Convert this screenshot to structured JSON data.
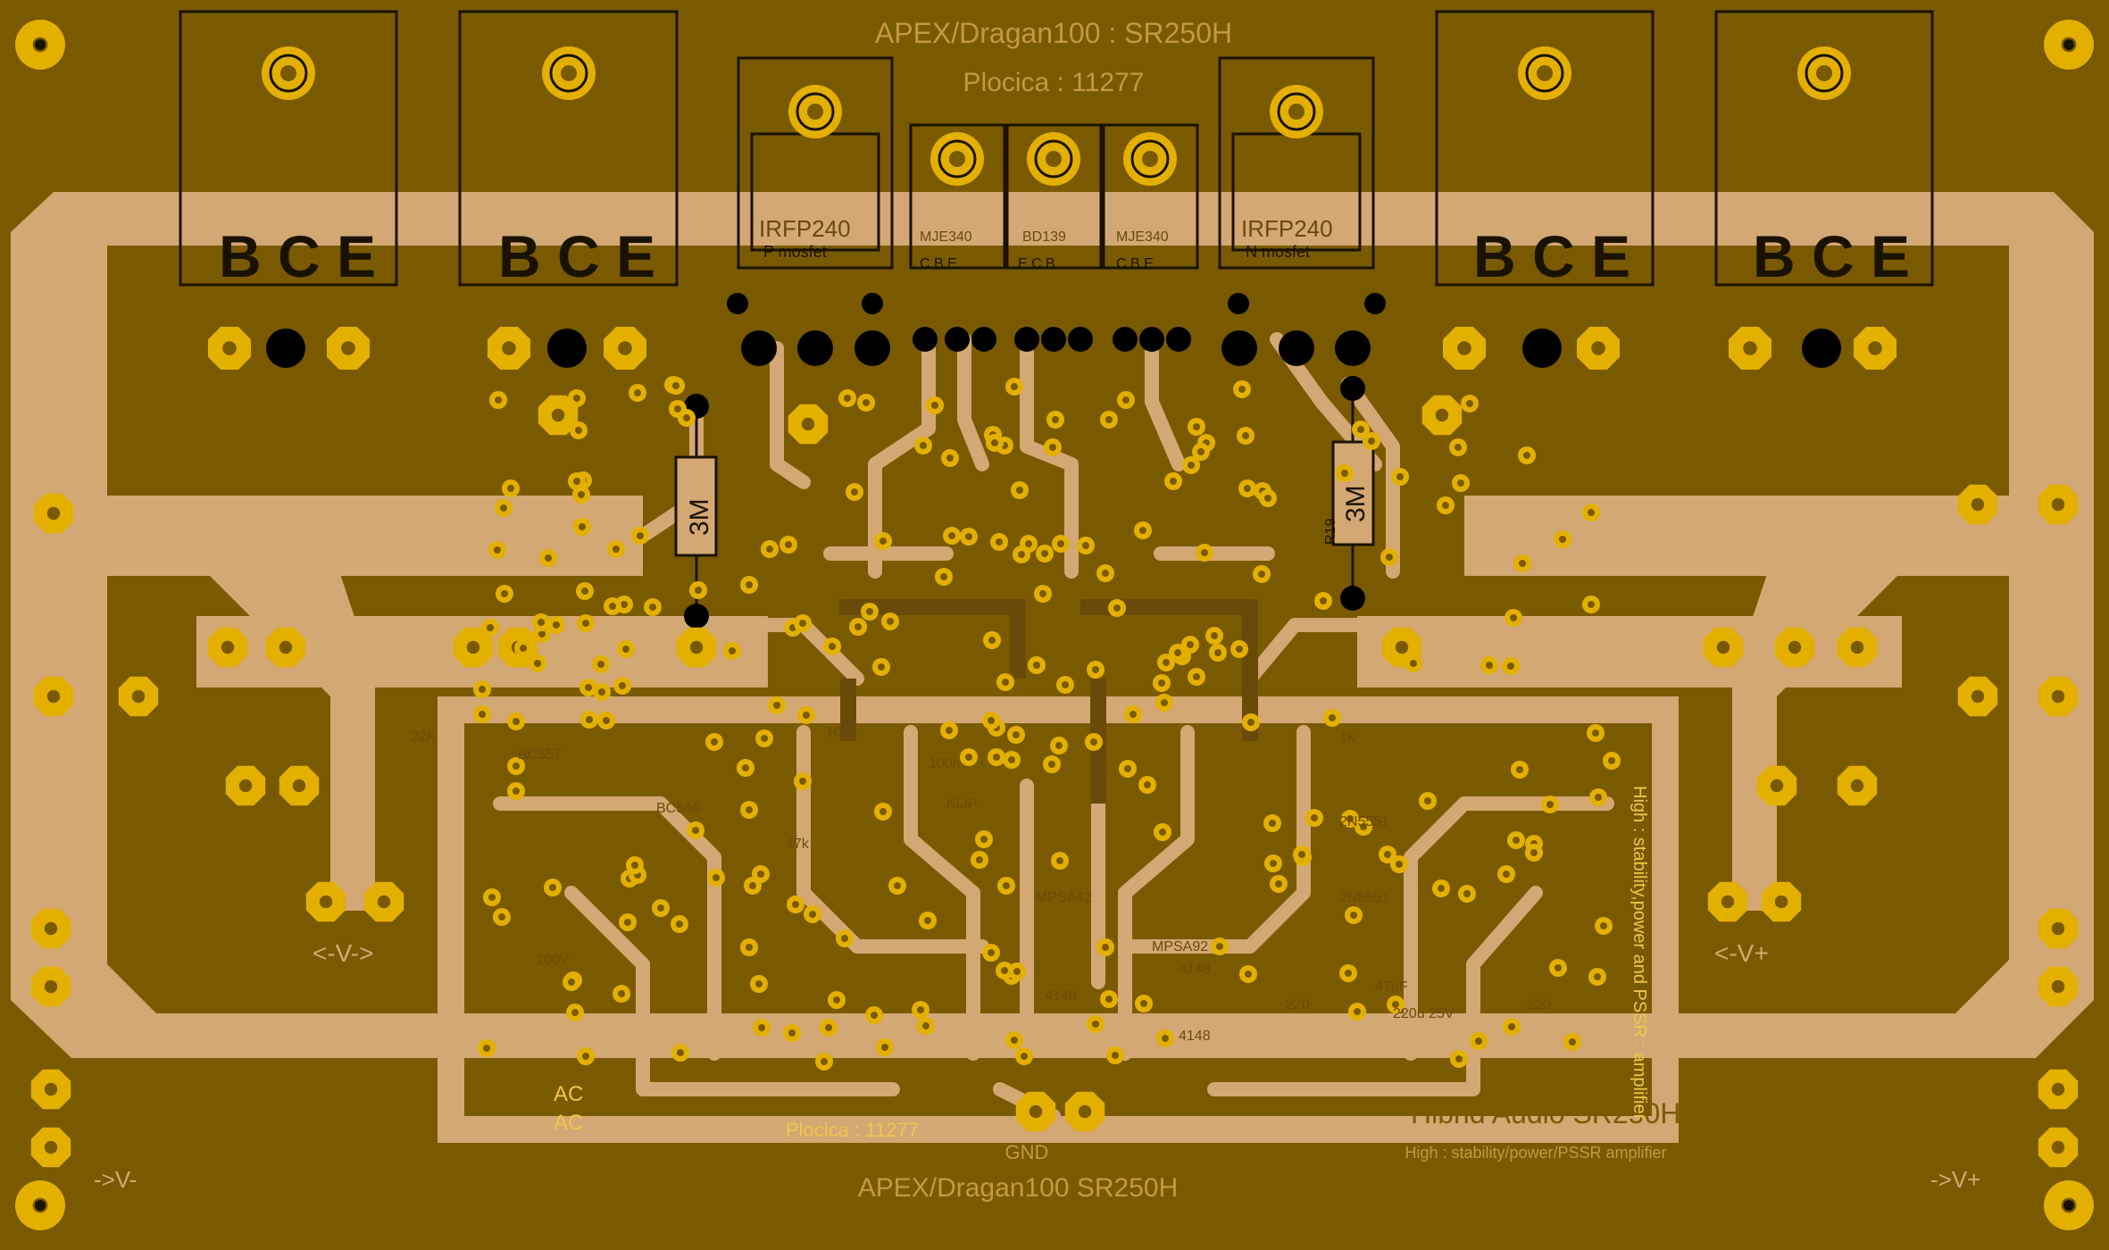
{
  "board": {
    "title_top": "APEX/Dragan100 : SR250H",
    "subtitle_top": "Plocica : 11277",
    "title_bottom_mirror": "APEX/Dragan100  SR250H",
    "brand_bottom": "Hibrid Audio SR250H",
    "plocica_bottom": "Plocica : 11277",
    "vertical_note": "High : stability,power and PSSR : amplifier",
    "bottom_note": "High : stability/power/PSSR amplifier",
    "gnd": "GND",
    "ac_labels": [
      "AC",
      "AC"
    ],
    "rail_left": "<-V->",
    "rail_right": "<-V+",
    "corner_left": "->V-",
    "corner_right": "->V+"
  },
  "transistors": [
    {
      "id": "t1",
      "pins": "B C E"
    },
    {
      "id": "t2",
      "pins": "B C E"
    },
    {
      "id": "t3",
      "pins": "B C E"
    },
    {
      "id": "t4",
      "pins": "B C E"
    }
  ],
  "mosfets": [
    {
      "id": "m1",
      "name": "IRFP240",
      "type": "P mosfet"
    },
    {
      "id": "m2",
      "name": "IRFP240",
      "type": "N mosfet"
    }
  ],
  "drivers": [
    {
      "id": "d1",
      "name": "MJE340",
      "pins": "C B E"
    },
    {
      "id": "d2",
      "name": "BD139",
      "pins": "E C B"
    },
    {
      "id": "d3",
      "name": "MJE340",
      "pins": "C B E"
    }
  ],
  "resistors": [
    {
      "id": "r3m_left",
      "value": "3M"
    },
    {
      "id": "r3m_right",
      "value": "3M",
      "ref": "R19"
    }
  ],
  "components": {
    "labels": [
      "BC546",
      "2N5551",
      "2N5551",
      "MPSA92",
      "MPSA42",
      "4148",
      "4148",
      "4148",
      "220",
      "220",
      "22K",
      "10R",
      "100n",
      "47uF",
      "KLIP",
      "BC557",
      "1k",
      "47k",
      "100V",
      "220u 25V"
    ]
  },
  "colors": {
    "substrate": "#7a5a00",
    "copper": "#d4a874",
    "pad": "#e3b000",
    "hole": "#7a5a00",
    "silk": "#f0c64a",
    "outline": "#1a1200"
  }
}
